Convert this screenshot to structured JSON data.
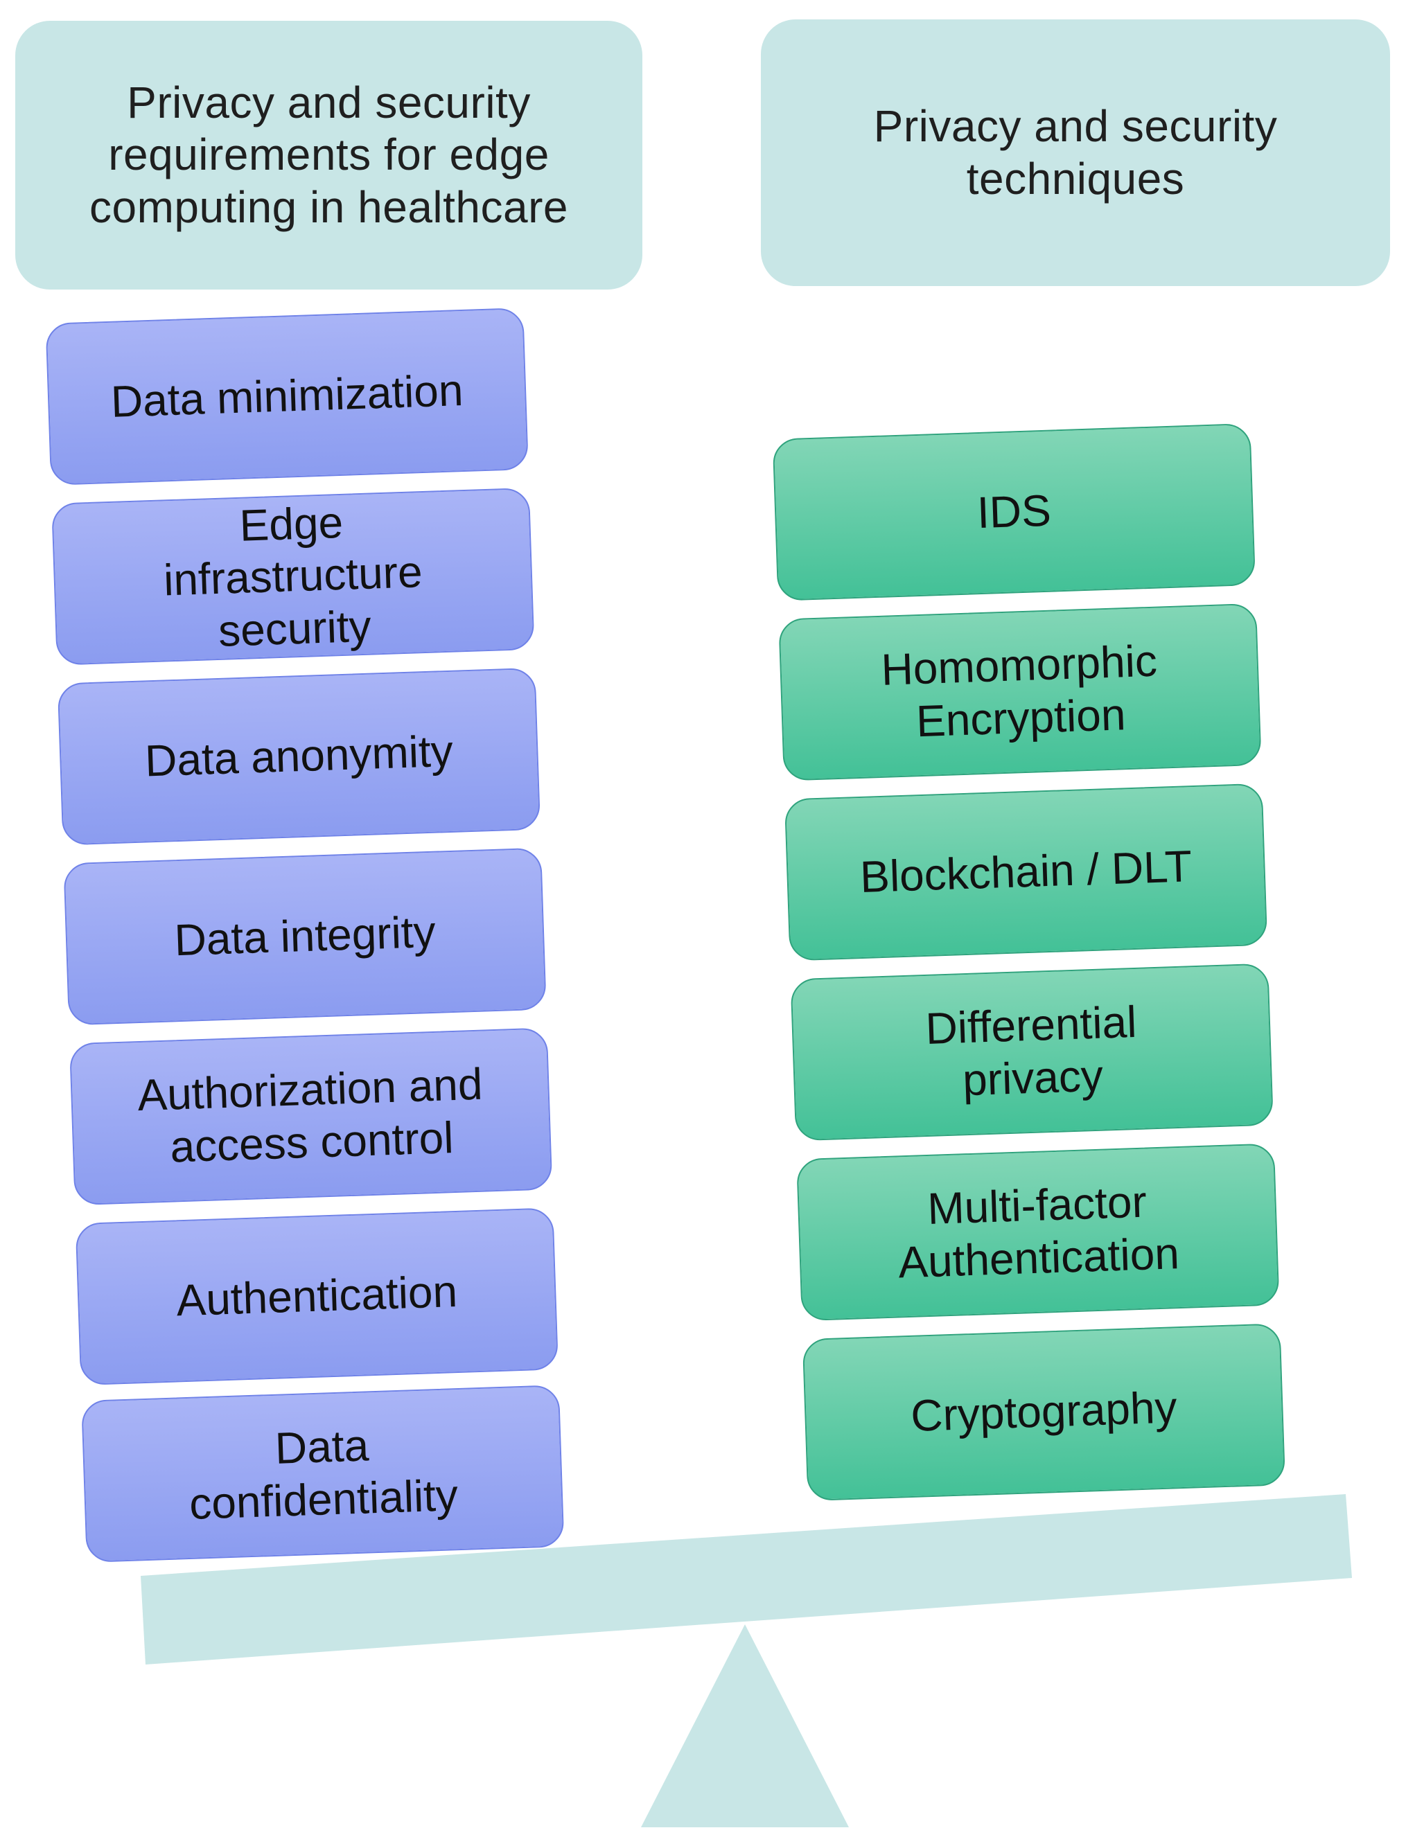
{
  "headers": {
    "left": "Privacy and security requirements for edge computing in healthcare",
    "right": "Privacy and security techniques"
  },
  "requirements": [
    "Data minimization",
    "Edge infrastructure security",
    "Data anonymity",
    "Data integrity",
    "Authorization and access control",
    "Authentication",
    "Data confidentiality"
  ],
  "techniques": [
    "IDS",
    "Homomorphic Encryption",
    "Blockchain / DLT",
    "Differential privacy",
    "Multi-factor Authentication",
    "Cryptography"
  ],
  "colors": {
    "requirement_fill": "#97a6f3",
    "technique_fill": "#5fcba4",
    "header_fill": "#c8e6e6",
    "scale_fill": "#c8e6e6"
  }
}
